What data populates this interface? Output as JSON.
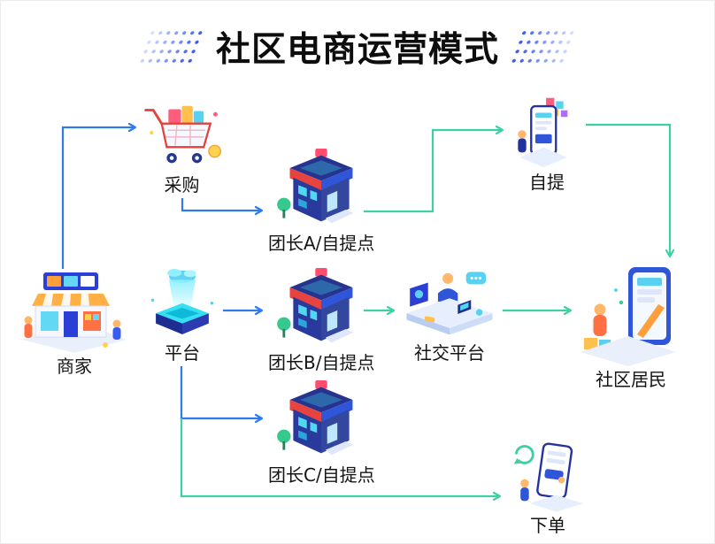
{
  "title": {
    "text": "社区电商运营模式"
  },
  "nodes": {
    "merchant": {
      "label": "商家"
    },
    "procurement": {
      "label": "采购"
    },
    "platform": {
      "label": "平台"
    },
    "leader_a": {
      "label": "团长A/自提点"
    },
    "leader_b": {
      "label": "团长B/自提点"
    },
    "leader_c": {
      "label": "团长C/自提点"
    },
    "social_platform": {
      "label": "社交平台"
    },
    "self_pickup": {
      "label": "自提"
    },
    "community_residents": {
      "label": "社区居民"
    },
    "place_order": {
      "label": "下单"
    }
  },
  "colors": {
    "arrow_blue": "#2E7BEF",
    "arrow_green": "#3FCFA4",
    "title_text": "#0D0D0D",
    "dot_pattern_blue": "#3B5BF0"
  },
  "edges": [
    {
      "from": "merchant",
      "to": "procurement",
      "color": "blue"
    },
    {
      "from": "procurement",
      "to": "leader_a",
      "color": "blue"
    },
    {
      "from": "platform",
      "to": "leader_b",
      "color": "blue"
    },
    {
      "from": "platform",
      "to": "leader_c",
      "color": "blue"
    },
    {
      "from": "leader_b",
      "to": "social_platform",
      "color": "green"
    },
    {
      "from": "leader_a",
      "to": "self_pickup",
      "color": "green"
    },
    {
      "from": "self_pickup",
      "to": "community_residents",
      "color": "green"
    },
    {
      "from": "social_platform",
      "to": "community_residents",
      "color": "green"
    },
    {
      "from": "platform",
      "to": "place_order",
      "color": "green"
    }
  ]
}
